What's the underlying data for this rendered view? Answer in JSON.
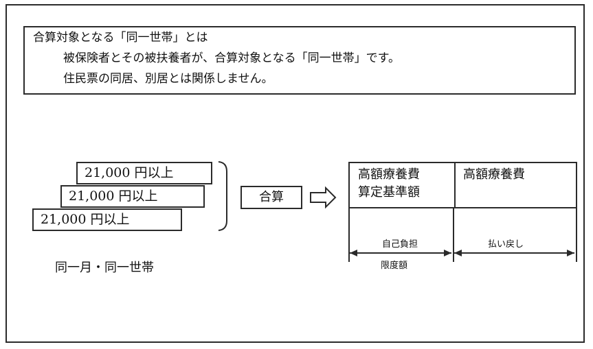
{
  "info": {
    "line1": "合算対象となる「同一世帯」とは",
    "line2": "被保険者とその被扶養者が、合算対象となる「同一世帯」です。",
    "line3": "住民票の同居、別居とは関係しません。"
  },
  "costs": {
    "items": [
      "21,000 円以上",
      "21,000 円以上",
      "21,000 円以上"
    ],
    "caption": "同一月・同一世帯"
  },
  "sum_label": "合算",
  "table": {
    "col1_header_line1": "高額療養費",
    "col1_header_line2": "算定基準額",
    "col2_header": "高額療養費",
    "col1_label_line1": "自己負担",
    "col1_label_line2": "限度額",
    "col2_label": "払い戻し"
  }
}
